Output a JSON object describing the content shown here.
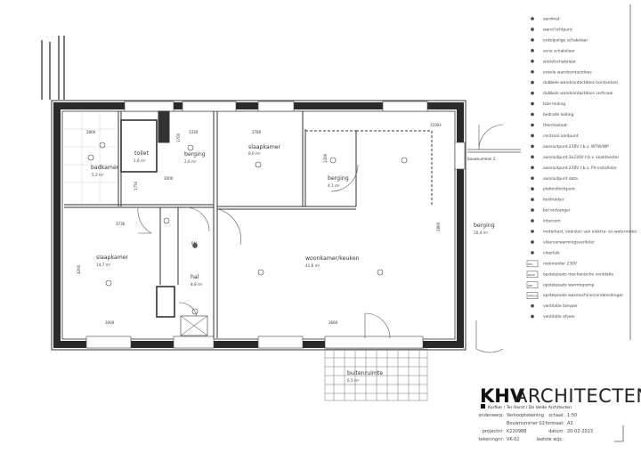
{
  "rooms": [
    {
      "name": "badkamer",
      "area": "5,3 m²"
    },
    {
      "name": "toilet",
      "area": "1,6 m²"
    },
    {
      "name": "berging",
      "area": "2,6 m²"
    },
    {
      "name": "slaapkamer",
      "area": "8,0 m²"
    },
    {
      "name": "berging",
      "area": "4,1 m²"
    },
    {
      "name": "woonkamer/keuken",
      "area": "41,6 m²"
    },
    {
      "name": "slaapkamer",
      "area": "14,7 m²"
    },
    {
      "name": "hal",
      "area": "8,8 m²"
    },
    {
      "name": "berging",
      "area": "10,4 m²"
    },
    {
      "name": "buitenruimte",
      "area": "6,5 m²"
    }
  ],
  "dimensions": [
    "2800",
    "1330",
    "2780",
    "1750",
    "3000",
    "3730",
    "3000",
    "3660",
    "2860",
    "4200",
    "1700",
    "1100+",
    "1300"
  ],
  "annotations": {
    "bouwnummer": "bouwnummer 2",
    "rm": "RM"
  },
  "legend": [
    {
      "icon": "aardmat-icon",
      "label": "aardmat"
    },
    {
      "icon": "wall-light-icon",
      "label": "wand lichtpunt"
    },
    {
      "icon": "switch-icon",
      "label": "enkelpolige schakelaar"
    },
    {
      "icon": "series-switch-icon",
      "label": "serie schakelaar"
    },
    {
      "icon": "toggle-switch-icon",
      "label": "wisselschakelaar"
    },
    {
      "icon": "socket-icon",
      "label": "enkele wandcontactdoos"
    },
    {
      "icon": "double-socket-h-icon",
      "label": "dubbele wandcontactdoos horizontaal"
    },
    {
      "icon": "double-socket-v-icon",
      "label": "dubbele wandcontactdoos verticaal"
    },
    {
      "icon": "empty-conduit-icon",
      "label": "loze leiding"
    },
    {
      "icon": "wired-conduit-icon",
      "label": "bedrade leiding"
    },
    {
      "icon": "thermostat-icon",
      "label": "thermostaat"
    },
    {
      "icon": "ground-point-icon",
      "label": "centraal aardpunt"
    },
    {
      "icon": "connection-wtw-icon",
      "label": "aansluitpunt 230V t.b.v. WTW/WP"
    },
    {
      "icon": "connection-cooktop-icon",
      "label": "aansluitpunt 2x230V t.b.v. kooktoestel"
    },
    {
      "icon": "connection-pv-icon",
      "label": "aansluitpunt 230V t.b.v. PV-installatie"
    },
    {
      "icon": "data-point-icon",
      "label": "aansluitpunt data"
    },
    {
      "icon": "ceiling-light-icon",
      "label": "plafondlichtpunt"
    },
    {
      "icon": "doorbell-button-icon",
      "label": "beldrukker"
    },
    {
      "icon": "bell-receiver-icon",
      "label": "bel ontvanger"
    },
    {
      "icon": "intercom-icon",
      "label": "intercom"
    },
    {
      "icon": "meter-cupboard-icon",
      "label": "meterkast, voorzien van elektra- en watermeter"
    },
    {
      "icon": "floor-heating-manifold-icon",
      "label": "vloerverwarmingsverdeler"
    },
    {
      "icon": "floor-hatch-icon",
      "label": "vloerluik"
    },
    {
      "icon": "smoke-detector-icon",
      "label": "rookmelder 230V",
      "tag": "RM"
    },
    {
      "icon": "mech-ventilation-icon",
      "label": "opstelplaats mechanische ventilatie",
      "tag": "WTW"
    },
    {
      "icon": "heat-pump-icon",
      "label": "opstelplaats warmtepomp",
      "tag": "WP"
    },
    {
      "icon": "washer-dryer-icon",
      "label": "opstelplaats wasmachine/condensdroger",
      "tag": "WM/CD"
    },
    {
      "icon": "ventilation-supply-icon",
      "label": "ventilatie toevoer"
    },
    {
      "icon": "ventilation-exhaust-icon",
      "label": "ventilatie afvoer"
    }
  ],
  "title_block": {
    "logo_bold": "KHV",
    "logo_light": "ARCHITECTEN",
    "subtitle": "Korfker / Ter Horst / De Velde Architecten",
    "rows": [
      {
        "k1": "onderwerp:",
        "v1": "Verkooptekening",
        "k2": "schaal:",
        "v2": "1:50"
      },
      {
        "k1": "",
        "v1": "Bouwnummer 02",
        "k2": "formaat:",
        "v2": "A3"
      },
      {
        "k1": "projectnr:",
        "v1": "K220988",
        "k2": "datum:",
        "v2": "20-02-2023"
      },
      {
        "k1": "tekeningnr:",
        "v1": "VK-02",
        "k2": "laatste wijz.:",
        "v2": ""
      }
    ]
  }
}
